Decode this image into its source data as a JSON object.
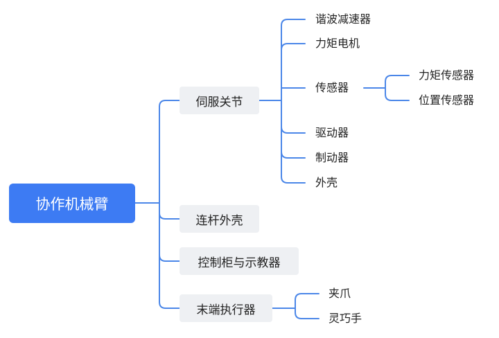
{
  "root": {
    "label": "协作机械臂"
  },
  "branches": {
    "servo": {
      "label": "伺服关节",
      "children": [
        "谐波减速器",
        "力矩电机",
        "传感器",
        "驱动器",
        "制动器",
        "外壳"
      ],
      "sensor_children": [
        "力矩传感器",
        "位置传感器"
      ]
    },
    "link": {
      "label": "连杆外壳"
    },
    "controller": {
      "label": "控制柜与示教器"
    },
    "end_effector": {
      "label": "末端执行器",
      "children": [
        "夹爪",
        "灵巧手"
      ]
    }
  },
  "colors": {
    "accent": "#3d7bf3",
    "line": "#4a86e8",
    "node_bg": "#eef0f3",
    "text": "#222222"
  }
}
